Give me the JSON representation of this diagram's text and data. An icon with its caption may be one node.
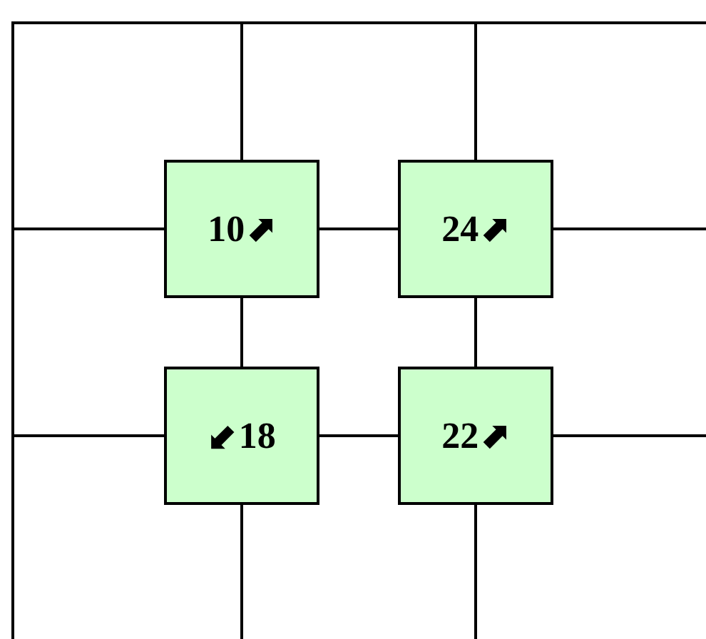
{
  "diagram": {
    "nodes": [
      {
        "text": [],
        "shape": "box"
      },
      {
        "text": [
          "10⬈"
        ],
        "in": 0
      },
      {
        "text": [
          "24⬈"
        ],
        "in": 0
      },
      {
        "text": [
          "⬋18"
        ],
        "in": 0
      },
      {
        "text": [
          "22⬈"
        ],
        "in": 0
      }
    ],
    "edges": [
      {
        "from": 1,
        "to": 2,
        "arrow": "none"
      },
      {
        "from": 1,
        "to": 3,
        "arrow": "none"
      },
      {
        "from": 2,
        "to": 4,
        "arrow": "none"
      },
      {
        "from": 3,
        "to": 4,
        "arrow": "none"
      },
      {
        "from": 1,
        "to": 0,
        "arrow": "none"
      },
      {
        "from": 1,
        "to": 0,
        "arrow": "none"
      },
      {
        "from": 2,
        "to": 0,
        "arrow": "none"
      },
      {
        "from": 2,
        "to": null,
        "arrow": "none"
      },
      {
        "from": 3,
        "to": 0,
        "arrow": "none"
      },
      {
        "from": 3,
        "to": null,
        "arrow": "none"
      },
      {
        "from": 4,
        "to": null,
        "arrow": "none"
      },
      {
        "from": 4,
        "to": null,
        "arrow": "none"
      }
    ]
  }
}
